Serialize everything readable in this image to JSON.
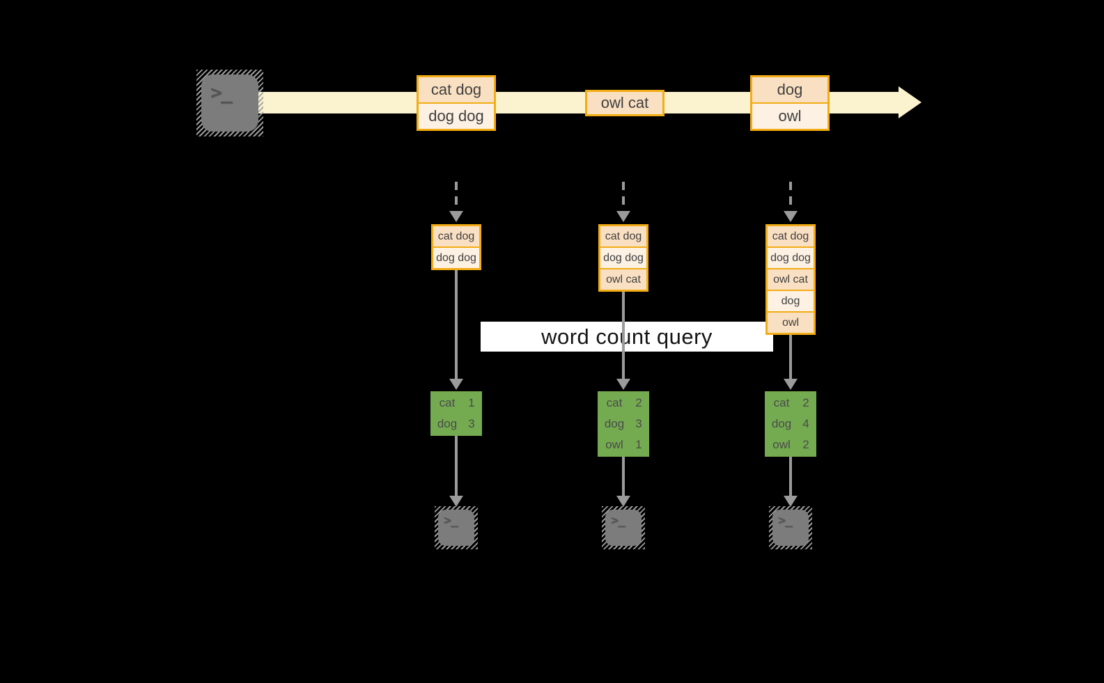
{
  "diagram": {
    "query_label": "word count query",
    "icons": {
      "terminal_glyph": ">_"
    },
    "stream_messages": [
      {
        "lines": [
          "cat dog",
          "dog dog"
        ]
      },
      {
        "lines": [
          "owl cat"
        ]
      },
      {
        "lines": [
          "dog",
          "owl"
        ]
      }
    ],
    "windows": [
      {
        "buffer": [
          "cat dog",
          "dog dog"
        ],
        "counts": [
          {
            "word": "cat",
            "count": "1"
          },
          {
            "word": "dog",
            "count": "3"
          }
        ]
      },
      {
        "buffer": [
          "cat dog",
          "dog dog",
          "owl cat"
        ],
        "counts": [
          {
            "word": "cat",
            "count": "2"
          },
          {
            "word": "dog",
            "count": "3"
          },
          {
            "word": "owl",
            "count": "1"
          }
        ]
      },
      {
        "buffer": [
          "cat dog",
          "dog dog",
          "owl cat",
          "dog",
          "owl"
        ],
        "counts": [
          {
            "word": "cat",
            "count": "2"
          },
          {
            "word": "dog",
            "count": "4"
          },
          {
            "word": "owl",
            "count": "2"
          }
        ]
      }
    ],
    "colors": {
      "background": "#000000",
      "stream_arrow": "#fbf2cf",
      "box_border": "#f2ac14",
      "box_fill_dark": "#fae0c2",
      "box_fill_light": "#fdf1e3",
      "table_border": "#74ab50",
      "table_fill_dark": "#dce8d0",
      "table_fill_light": "#edf2e6",
      "arrow_gray": "#9b9b9b",
      "query_band": "#ffffff"
    }
  }
}
